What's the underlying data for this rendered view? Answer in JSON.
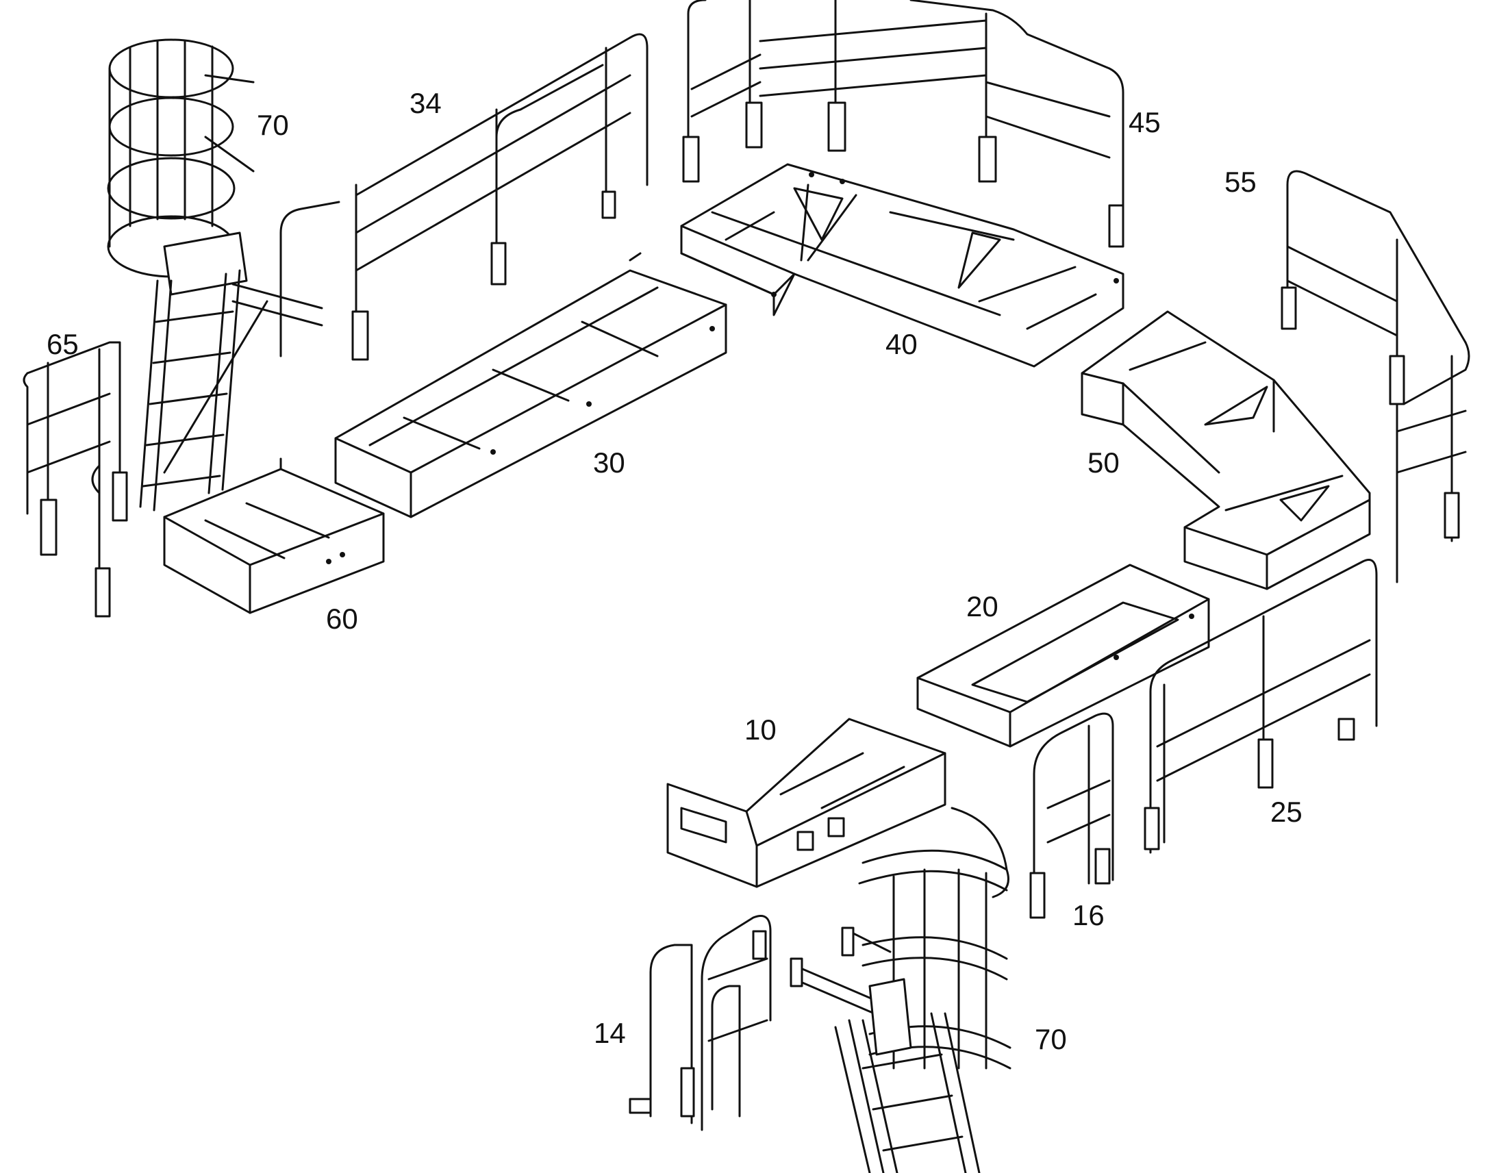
{
  "diagram": {
    "callouts": {
      "p70_top": "70",
      "p34": "34",
      "p45": "45",
      "p55": "55",
      "p65": "65",
      "p40": "40",
      "p30": "30",
      "p50": "50",
      "p60": "60",
      "p20": "20",
      "p10": "10",
      "p25": "25",
      "p16": "16",
      "p14": "14",
      "p70_bottom": "70"
    },
    "line_color": "#111111",
    "background_color": "#ffffff"
  }
}
